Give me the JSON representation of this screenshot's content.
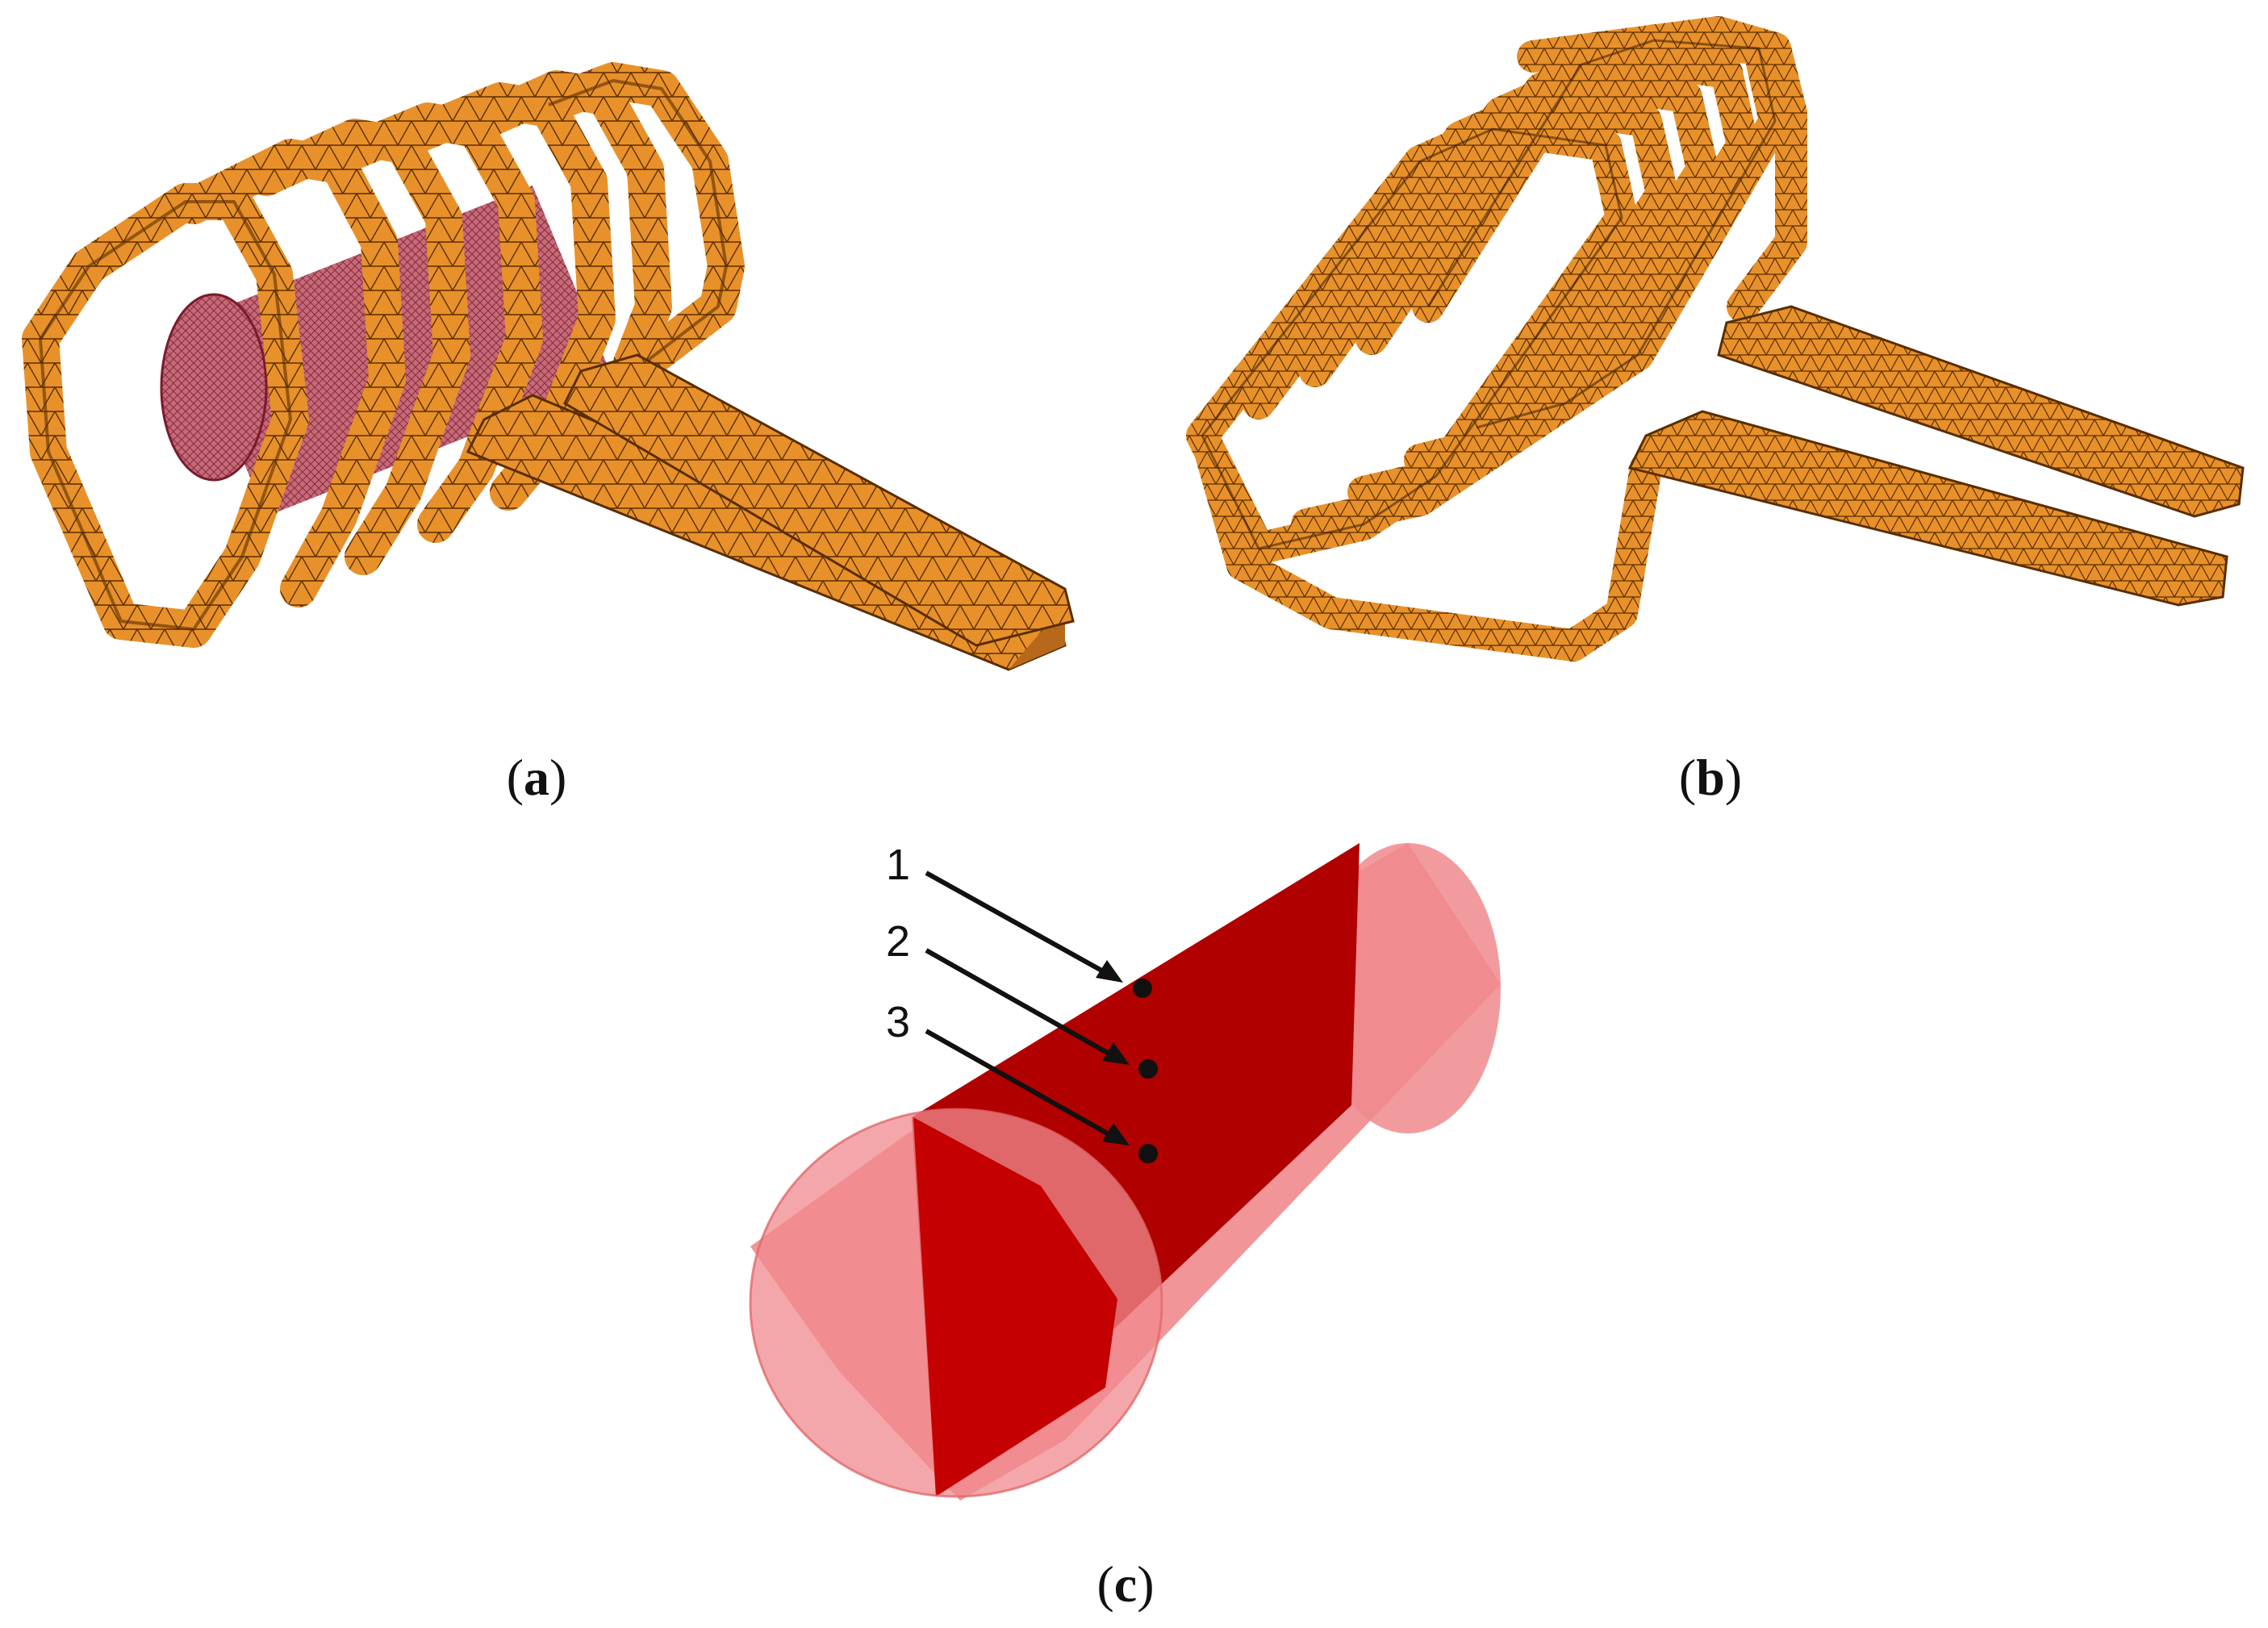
{
  "colors": {
    "copper": "#e8912a",
    "copper_mesh": "#5a2d00",
    "copper_dark": "#b8681a",
    "workpiece_mesh": "#b04a5c",
    "cylinder_light": "#f08a8d",
    "cylinder_plane": "#b00000",
    "cylinder_plane_front": "#c40000",
    "ink": "#111111"
  },
  "panels": [
    {
      "id": "a",
      "caption_open": "(",
      "caption_letter": "a",
      "caption_close": ")",
      "icon": "coil-mesh-with-workpiece"
    },
    {
      "id": "b",
      "caption_open": "(",
      "caption_letter": "b",
      "caption_close": ")",
      "icon": "coil-mesh-tilted"
    },
    {
      "id": "c",
      "caption_open": "(",
      "caption_letter": "c",
      "caption_close": ")",
      "icon": "cylinder-cross-section"
    }
  ],
  "points": [
    {
      "label": "1"
    },
    {
      "label": "2"
    },
    {
      "label": "3"
    }
  ]
}
